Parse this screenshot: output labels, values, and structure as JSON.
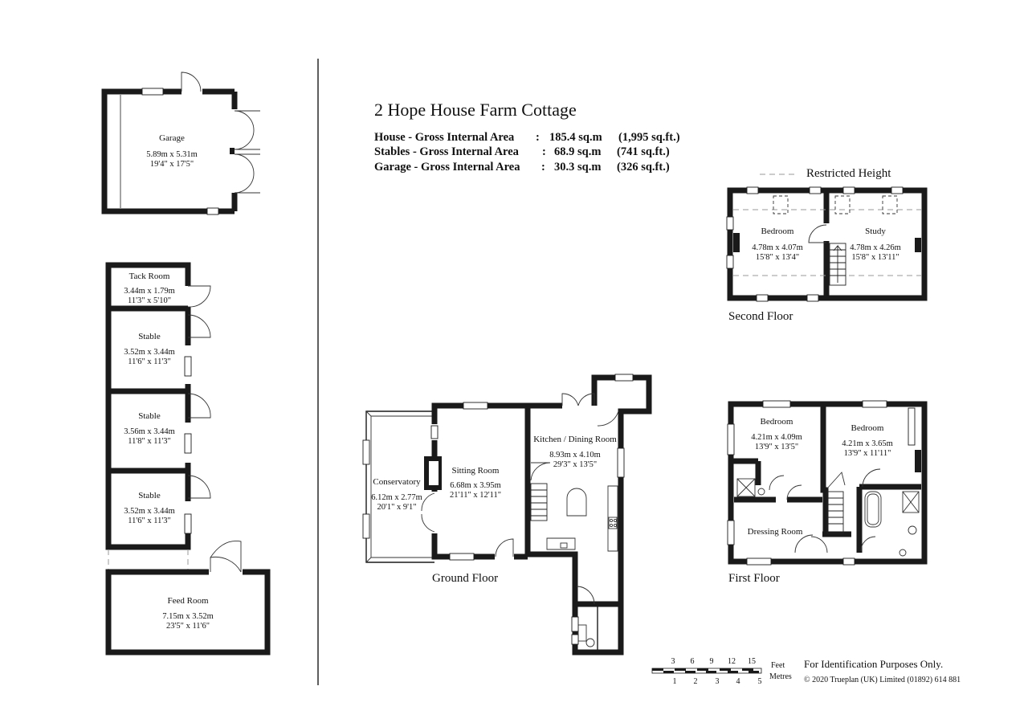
{
  "title": "2 Hope House Farm Cottage",
  "areas": [
    {
      "label": "House - Gross Internal Area",
      "metric": "185.4 sq.m",
      "imperial": "(1,995 sq.ft.)"
    },
    {
      "label": "Stables - Gross Internal Area",
      "metric": "68.9 sq.m",
      "imperial": "(741 sq.ft.)"
    },
    {
      "label": "Garage - Gross Internal Area",
      "metric": "30.3 sq.m",
      "imperial": "(326 sq.ft.)"
    }
  ],
  "legend": {
    "restricted_height": "Restricted Height"
  },
  "floors": {
    "ground": "Ground Floor",
    "first": "First Floor",
    "second": "Second Floor"
  },
  "rooms": {
    "garage": {
      "name": "Garage",
      "metric": "5.89m  x  5.31m",
      "imperial": "19'4\"  x  17'5\""
    },
    "tack_room": {
      "name": "Tack Room",
      "metric": "3.44m  x  1.79m",
      "imperial": "11'3\"  x  5'10\""
    },
    "stable_1": {
      "name": "Stable",
      "metric": "3.52m  x  3.44m",
      "imperial": "11'6\"  x  11'3\""
    },
    "stable_2": {
      "name": "Stable",
      "metric": "3.56m  x  3.44m",
      "imperial": "11'8\"  x  11'3\""
    },
    "stable_3": {
      "name": "Stable",
      "metric": "3.52m  x  3.44m",
      "imperial": "11'6\"  x  11'3\""
    },
    "feed_room": {
      "name": "Feed Room",
      "metric": "7.15m  x  3.52m",
      "imperial": "23'5\"  x  11'6\""
    },
    "conservatory": {
      "name": "Conservatory",
      "metric": "6.12m  x  2.77m",
      "imperial": "20'1\"  x  9'1\""
    },
    "sitting_room": {
      "name": "Sitting Room",
      "metric": "6.68m  x  3.95m",
      "imperial": "21'11\"  x  12'11\""
    },
    "kitchen": {
      "name": "Kitchen / Dining Room",
      "metric": "8.93m  x  4.10m",
      "imperial": "29'3\"  x  13'5\""
    },
    "bedroom_2f": {
      "name": "Bedroom",
      "metric": "4.78m  x  4.07m",
      "imperial": "15'8\"  x  13'4\""
    },
    "study": {
      "name": "Study",
      "metric": "4.78m  x  4.26m",
      "imperial": "15'8\"  x  13'11\""
    },
    "bedroom_1f_a": {
      "name": "Bedroom",
      "metric": "4.21m  x  4.09m",
      "imperial": "13'9\"  x  13'5\""
    },
    "bedroom_1f_b": {
      "name": "Bedroom",
      "metric": "4.21m  x  3.65m",
      "imperial": "13'9\"  x  11'11\""
    },
    "dressing_room": {
      "name": "Dressing Room"
    }
  },
  "scale": {
    "feet_ticks": [
      "3",
      "6",
      "9",
      "12",
      "15"
    ],
    "metre_ticks": [
      "1",
      "2",
      "3",
      "4",
      "5"
    ],
    "feet_label": "Feet",
    "metres_label": "Metres"
  },
  "footer": {
    "disclaimer": "For Identification Purposes Only.",
    "copyright": "© 2020 Trueplan (UK) Limited  (01892) 614 881"
  }
}
